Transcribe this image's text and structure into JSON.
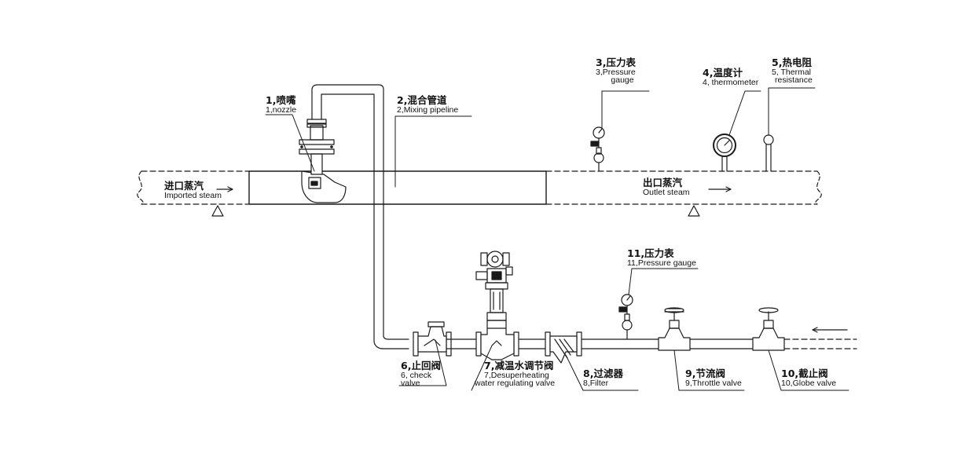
{
  "inlet": {
    "zh": "进口蒸汽",
    "en": "Imported steam"
  },
  "outlet": {
    "zh": "出口蒸汽",
    "en": "Outlet steam"
  },
  "components": [
    {
      "zh": "1,喷嘴",
      "en": "1,nozzle"
    },
    {
      "zh": "2,混合管道",
      "en": "2,Mixing pipeline"
    },
    {
      "zh": "3,压力表",
      "en": [
        "3,Pressure",
        "gauge"
      ]
    },
    {
      "zh": "4,温度计",
      "en": "4, thermometer"
    },
    {
      "zh": "5,热电阻",
      "en": [
        "5, Thermal",
        "resistance"
      ]
    },
    {
      "zh": "6,止回阀",
      "en": [
        "6, check",
        "valve"
      ]
    },
    {
      "zh": "7,减温水调节阀",
      "en": [
        "7,Desuperheating",
        "water regulating valve"
      ]
    },
    {
      "zh": "8,过滤器",
      "en": "8,Filter"
    },
    {
      "zh": "9,节流阀",
      "en": "9,Throttle valve"
    },
    {
      "zh": "10,截止阀",
      "en": "10,Globe valve"
    },
    {
      "zh": "11,压力表",
      "en": "11,Pressure gauge"
    }
  ]
}
